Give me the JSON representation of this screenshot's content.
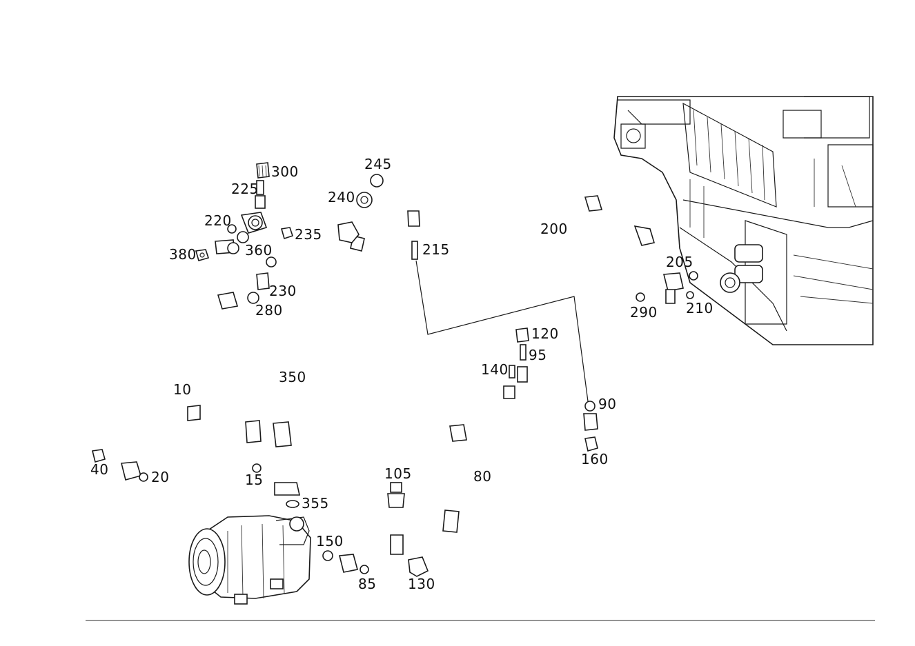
{
  "diagram": {
    "labels": [
      {
        "id": "300",
        "text": "300"
      },
      {
        "id": "225",
        "text": "225"
      },
      {
        "id": "245",
        "text": "245"
      },
      {
        "id": "240",
        "text": "240"
      },
      {
        "id": "220",
        "text": "220"
      },
      {
        "id": "235",
        "text": "235"
      },
      {
        "id": "380",
        "text": "380"
      },
      {
        "id": "360",
        "text": "360"
      },
      {
        "id": "215",
        "text": "215"
      },
      {
        "id": "200",
        "text": "200"
      },
      {
        "id": "205",
        "text": "205"
      },
      {
        "id": "230",
        "text": "230"
      },
      {
        "id": "280",
        "text": "280"
      },
      {
        "id": "290",
        "text": "290"
      },
      {
        "id": "210",
        "text": "210"
      },
      {
        "id": "120",
        "text": "120"
      },
      {
        "id": "95",
        "text": "95"
      },
      {
        "id": "140",
        "text": "140"
      },
      {
        "id": "350",
        "text": "350"
      },
      {
        "id": "10",
        "text": "10"
      },
      {
        "id": "90",
        "text": "90"
      },
      {
        "id": "160",
        "text": "160"
      },
      {
        "id": "40",
        "text": "40"
      },
      {
        "id": "20",
        "text": "20"
      },
      {
        "id": "15",
        "text": "15"
      },
      {
        "id": "105",
        "text": "105"
      },
      {
        "id": "80",
        "text": "80"
      },
      {
        "id": "355",
        "text": "355"
      },
      {
        "id": "150",
        "text": "150"
      },
      {
        "id": "85",
        "text": "85"
      },
      {
        "id": "130",
        "text": "130"
      }
    ]
  }
}
